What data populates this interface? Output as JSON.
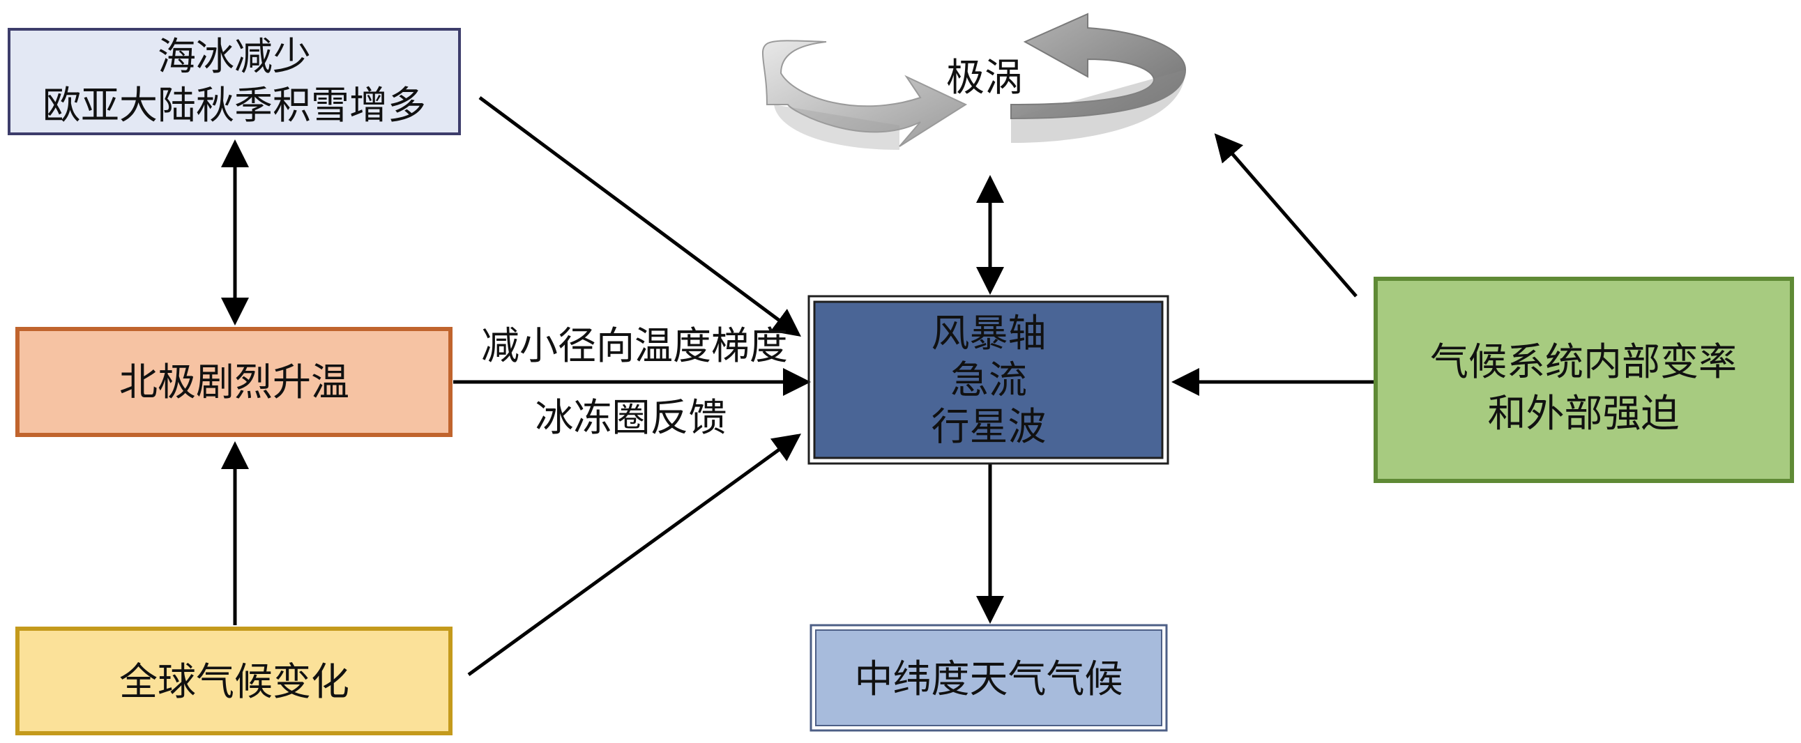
{
  "nodes": {
    "sea_ice": {
      "line1": "海冰减少",
      "line2": "欧亚大陆秋季积雪增多",
      "fill": "#e3e8f4",
      "stroke": "#3d3d6b"
    },
    "arctic_warming": {
      "label": "北极剧烈升温",
      "fill": "#f6c3a3",
      "stroke": "#c0642d"
    },
    "global_change": {
      "label": "全球气候变化",
      "fill": "#fbe199",
      "stroke": "#c49a1c"
    },
    "storm_track": {
      "line1": "风暴轴",
      "line2": "急流",
      "line3": "行星波",
      "fill": "#4a6596",
      "stroke": "#1f1f1f"
    },
    "midlat_weather": {
      "label": "中纬度天气气候",
      "fill": "#a7bbdc",
      "stroke": "#4d5f86"
    },
    "internal_variability": {
      "line1": "气候系统内部变率",
      "line2": "和外部强迫",
      "fill": "#a7cb80",
      "stroke": "#5f8a35"
    },
    "polar_vortex": {
      "label": "极涡",
      "arrow_color": "#b3b3b3"
    }
  },
  "edge_labels": {
    "top": "减小径向温度梯度",
    "bottom": "冰冻圈反馈"
  },
  "arrow_color": "#000000"
}
